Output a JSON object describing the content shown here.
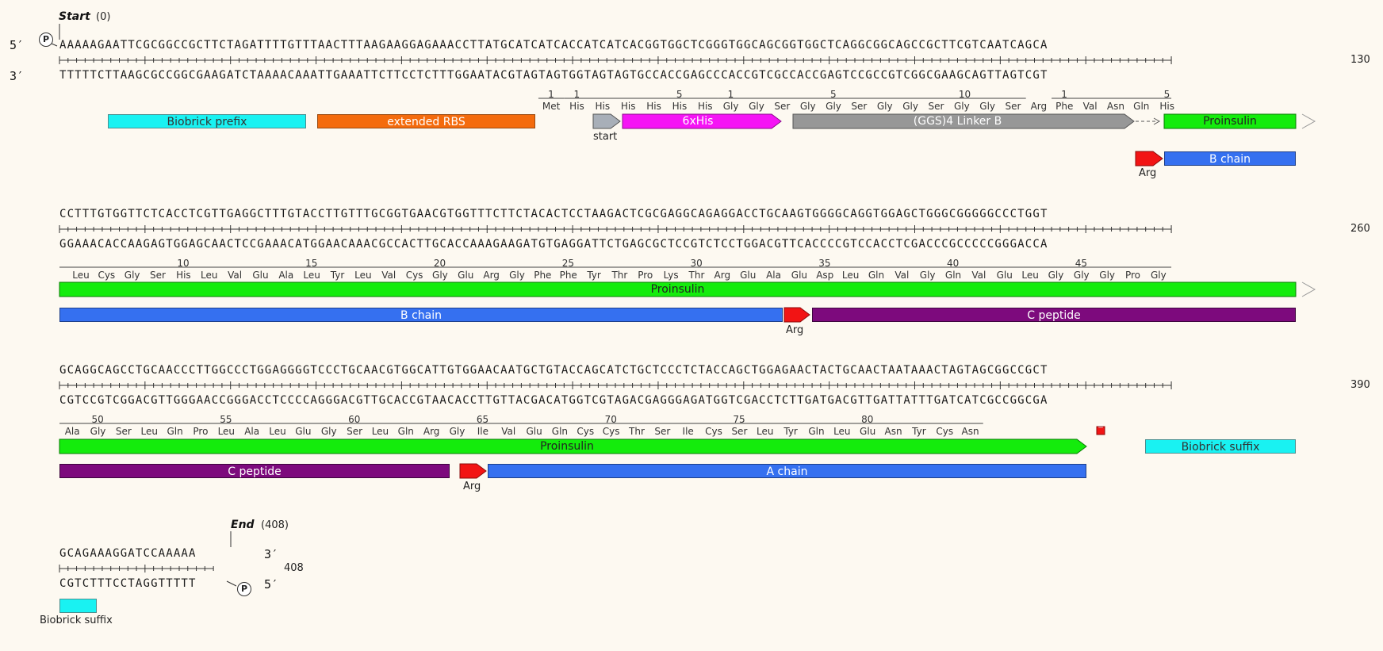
{
  "start_marker": {
    "label": "Start",
    "position": "(0)"
  },
  "end_marker": {
    "label": "End",
    "position": "(408)"
  },
  "phospho_symbol": "P",
  "strand_labels": {
    "five_prime": "5′",
    "three_prime": "3′"
  },
  "rows": [
    {
      "top": "AAAAAGAATTCGCGGCCGCTTCTAGATTTTGTTTAACTTTAAGAAGGAGAAACCTTATGCATCATCACCATCATCACGGTGGCTCGGGTGGCAGCGGTGGCTCAGGCGGCAGCCGCTTCGTCAATCAGCA",
      "bottom": "TTTTTCTTAAGCGCCGGCGAAGATCTAAAACAAATTGAAATTCTTCCTCTTTGGAATACGTAGTAGTGGTAGTAGTGCCACCGAGCCCACCGTCGCCACCGAGTCCGCCGTCGGCGAAGCAGTTAGTCGT",
      "end_number": "130"
    },
    {
      "top": "CCTTTGTGGTTCTCACCTCGTTGAGGCTTTGTACCTTGTTTGCGGTGAACGTGGTTTCTTCTACACTCCTAAGACTCGCGAGGCAGAGGACCTGCAAGTGGGGCAGGTGGAGCTGGGCGGGGGCCCTGGT",
      "bottom": "GGAAACACCAAGAGTGGAGCAACTCCGAAACATGGAACAAACGCCACTTGCACCAAAGAAGATGTGAGGATTCTGAGCGCTCCGTCTCCTGGACGTTCACCCCGTCCACCTCGACCCGCCCCCGGGACCA",
      "end_number": "260"
    },
    {
      "top": "GCAGGCAGCCTGCAACCCTTGGCCCTGGAGGGGTCCCTGCAACGTGGCATTGTGGAACAATGCTGTACCAGCATCTGCTCCCTCTACCAGCTGGAGAACTACTGCAACTAATAAACTAGTAGCGGCCGCT",
      "bottom": "CGTCCGTCGGACGTTGGGAACCGGGACCTCCCCAGGGACGTTGCACCGTAACACCTTGTTACGACATGGTCGTAGACGAGGGAGATGGTCGACCTCTTGATGACGTTGATTATTTGATCATCGCCGGCGA",
      "end_number": "390"
    },
    {
      "top": "GCAGAAAGGATCCAAAAA",
      "bottom": "CGTCTTTCCTAGGTTTTT",
      "end_number": "408"
    }
  ],
  "translations": {
    "row1": {
      "met": [
        "Met"
      ],
      "his": [
        "His",
        "His",
        "His",
        "His",
        "His",
        "His"
      ],
      "linker": [
        "Gly",
        "Gly",
        "Ser",
        "Gly",
        "Gly",
        "Ser",
        "Gly",
        "Gly",
        "Ser",
        "Gly",
        "Gly",
        "Ser"
      ],
      "arg": [
        "Arg"
      ],
      "proins": [
        "Phe",
        "Val",
        "Asn",
        "Gln",
        "His"
      ],
      "numbers": [
        "1",
        "1",
        "5",
        "1",
        "5",
        "10",
        "1",
        "5"
      ]
    },
    "row2": {
      "aa": [
        "Leu",
        "Cys",
        "Gly",
        "Ser",
        "His",
        "Leu",
        "Val",
        "Glu",
        "Ala",
        "Leu",
        "Tyr",
        "Leu",
        "Val",
        "Cys",
        "Gly",
        "Glu",
        "Arg",
        "Gly",
        "Phe",
        "Phe",
        "Tyr",
        "Thr",
        "Pro",
        "Lys",
        "Thr",
        "Arg",
        "Glu",
        "Ala",
        "Glu",
        "Asp",
        "Leu",
        "Gln",
        "Val",
        "Gly",
        "Gln",
        "Val",
        "Glu",
        "Leu",
        "Gly",
        "Gly",
        "Gly",
        "Pro",
        "Gly"
      ],
      "numbers": [
        "10",
        "15",
        "20",
        "25",
        "30",
        "35",
        "40",
        "45"
      ]
    },
    "row3": {
      "aa": [
        "Ala",
        "Gly",
        "Ser",
        "Leu",
        "Gln",
        "Pro",
        "Leu",
        "Ala",
        "Leu",
        "Glu",
        "Gly",
        "Ser",
        "Leu",
        "Gln",
        "Arg",
        "Gly",
        "Ile",
        "Val",
        "Glu",
        "Gln",
        "Cys",
        "Cys",
        "Thr",
        "Ser",
        "Ile",
        "Cys",
        "Ser",
        "Leu",
        "Tyr",
        "Gln",
        "Leu",
        "Glu",
        "Asn",
        "Tyr",
        "Cys",
        "Asn"
      ],
      "numbers": [
        "50",
        "55",
        "60",
        "65",
        "70",
        "75",
        "80"
      ],
      "stop": "≡"
    }
  },
  "features": {
    "biobrick_prefix": "Biobrick prefix",
    "extended_rbs": "extended RBS",
    "start": "start",
    "his_tag": "6xHis",
    "linker": "(GGS)4 Linker B",
    "proinsulin": "Proinsulin",
    "b_chain": "B chain",
    "c_peptide": "C peptide",
    "a_chain": "A chain",
    "arg": "Arg",
    "biobrick_suffix": "Biobrick suffix"
  },
  "colors": {
    "biobrick": "#19f2f2",
    "rbs": "#f46b0d",
    "start": "#a8afb8",
    "his": "#f514f5",
    "linker": "#979797",
    "proinsulin": "#14ec0c",
    "b_chain": "#3570f0",
    "c_peptide": "#7d0a7d",
    "a_chain": "#3570f0",
    "arg": "#f21414",
    "background": "#fdf9f1"
  }
}
